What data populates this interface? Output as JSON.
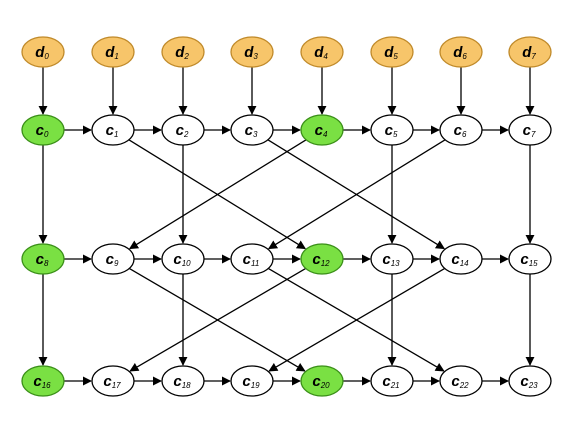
{
  "colors": {
    "data_fill": "#f7c56a",
    "data_stroke": "#c08a2a",
    "highlight_fill": "#7ae043",
    "highlight_stroke": "#3a8f18",
    "plain_fill": "#ffffff",
    "stroke": "#000000"
  },
  "diagram": {
    "data_nodes": [
      {
        "letter": "d",
        "index": "0"
      },
      {
        "letter": "d",
        "index": "1"
      },
      {
        "letter": "d",
        "index": "2"
      },
      {
        "letter": "d",
        "index": "3"
      },
      {
        "letter": "d",
        "index": "4"
      },
      {
        "letter": "d",
        "index": "5"
      },
      {
        "letter": "d",
        "index": "6"
      },
      {
        "letter": "d",
        "index": "7"
      }
    ],
    "check_nodes": [
      {
        "letter": "c",
        "index": "0",
        "highlighted": true
      },
      {
        "letter": "c",
        "index": "1",
        "highlighted": false
      },
      {
        "letter": "c",
        "index": "2",
        "highlighted": false
      },
      {
        "letter": "c",
        "index": "3",
        "highlighted": false
      },
      {
        "letter": "c",
        "index": "4",
        "highlighted": true
      },
      {
        "letter": "c",
        "index": "5",
        "highlighted": false
      },
      {
        "letter": "c",
        "index": "6",
        "highlighted": false
      },
      {
        "letter": "c",
        "index": "7",
        "highlighted": false
      },
      {
        "letter": "c",
        "index": "8",
        "highlighted": true
      },
      {
        "letter": "c",
        "index": "9",
        "highlighted": false
      },
      {
        "letter": "c",
        "index": "10",
        "highlighted": false
      },
      {
        "letter": "c",
        "index": "11",
        "highlighted": false
      },
      {
        "letter": "c",
        "index": "12",
        "highlighted": true
      },
      {
        "letter": "c",
        "index": "13",
        "highlighted": false
      },
      {
        "letter": "c",
        "index": "14",
        "highlighted": false
      },
      {
        "letter": "c",
        "index": "15",
        "highlighted": false
      },
      {
        "letter": "c",
        "index": "16",
        "highlighted": true
      },
      {
        "letter": "c",
        "index": "17",
        "highlighted": false
      },
      {
        "letter": "c",
        "index": "18",
        "highlighted": false
      },
      {
        "letter": "c",
        "index": "19",
        "highlighted": false
      },
      {
        "letter": "c",
        "index": "20",
        "highlighted": true
      },
      {
        "letter": "c",
        "index": "21",
        "highlighted": false
      },
      {
        "letter": "c",
        "index": "22",
        "highlighted": false
      },
      {
        "letter": "c",
        "index": "23",
        "highlighted": false
      }
    ],
    "edges": [
      [
        "d0",
        "c0"
      ],
      [
        "d1",
        "c1"
      ],
      [
        "d2",
        "c2"
      ],
      [
        "d3",
        "c3"
      ],
      [
        "d4",
        "c4"
      ],
      [
        "d5",
        "c5"
      ],
      [
        "d6",
        "c6"
      ],
      [
        "d7",
        "c7"
      ],
      [
        "c0",
        "c1"
      ],
      [
        "c1",
        "c2"
      ],
      [
        "c2",
        "c3"
      ],
      [
        "c3",
        "c4"
      ],
      [
        "c4",
        "c5"
      ],
      [
        "c5",
        "c6"
      ],
      [
        "c6",
        "c7"
      ],
      [
        "c8",
        "c9"
      ],
      [
        "c9",
        "c10"
      ],
      [
        "c10",
        "c11"
      ],
      [
        "c11",
        "c12"
      ],
      [
        "c12",
        "c13"
      ],
      [
        "c13",
        "c14"
      ],
      [
        "c14",
        "c15"
      ],
      [
        "c16",
        "c17"
      ],
      [
        "c17",
        "c18"
      ],
      [
        "c18",
        "c19"
      ],
      [
        "c19",
        "c20"
      ],
      [
        "c20",
        "c21"
      ],
      [
        "c21",
        "c22"
      ],
      [
        "c22",
        "c23"
      ],
      [
        "c0",
        "c8"
      ],
      [
        "c2",
        "c10"
      ],
      [
        "c5",
        "c13"
      ],
      [
        "c7",
        "c15"
      ],
      [
        "c1",
        "c12"
      ],
      [
        "c3",
        "c14"
      ],
      [
        "c4",
        "c9"
      ],
      [
        "c6",
        "c11"
      ],
      [
        "c8",
        "c16"
      ],
      [
        "c10",
        "c18"
      ],
      [
        "c13",
        "c21"
      ],
      [
        "c15",
        "c23"
      ],
      [
        "c9",
        "c20"
      ],
      [
        "c11",
        "c22"
      ],
      [
        "c12",
        "c17"
      ],
      [
        "c14",
        "c19"
      ]
    ]
  }
}
